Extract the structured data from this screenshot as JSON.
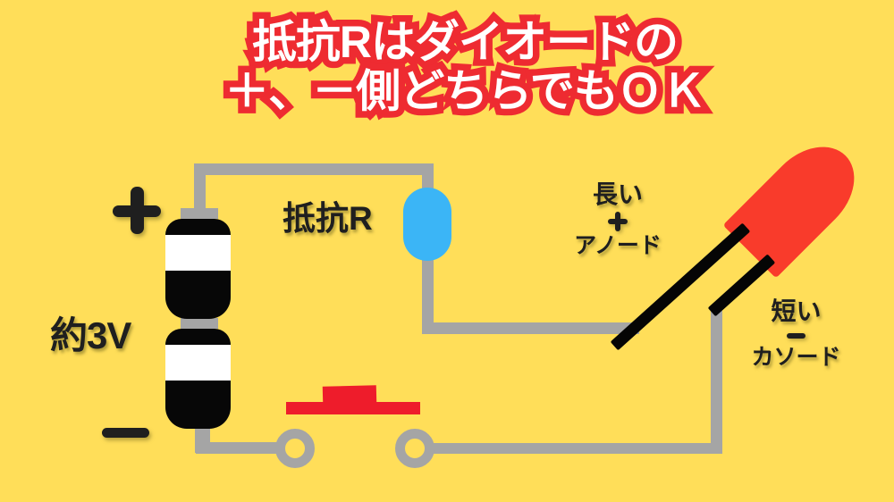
{
  "title": {
    "line1": "抵抗Rはダイオードの",
    "line2": "＋、－側どちらでもＯＫ"
  },
  "battery": {
    "voltage_label": "約3V",
    "plus_symbol": "＋",
    "minus_symbol": "－"
  },
  "resistor": {
    "label": "抵抗R"
  },
  "led": {
    "anode": {
      "length_label": "長い",
      "polarity_symbol": "＋",
      "name_label": "アノード"
    },
    "cathode": {
      "length_label": "短い",
      "polarity_symbol": "－",
      "name_label": "カソード"
    }
  },
  "colors": {
    "background": "#FFDE59",
    "wire_gray": "#A5A5A5",
    "title_red": "#EE2B31",
    "led_red": "#F93B2B",
    "button_red": "#EE1C2B",
    "resistor_blue": "#3BB5F6",
    "ink_black": "#1F1F1F",
    "battery_black": "#070707",
    "battery_band_white": "#FFFFFF"
  }
}
